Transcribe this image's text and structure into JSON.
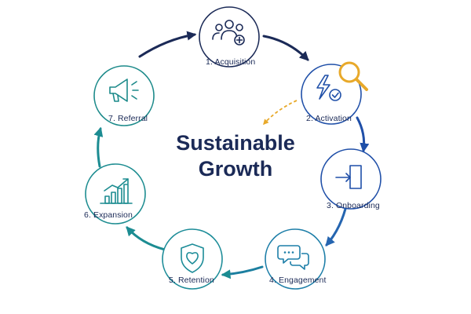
{
  "title": {
    "line1": "Sustainable",
    "line2": "Growth"
  },
  "stages": [
    {
      "label": "1. Acquisition",
      "icon": "users-plus-icon",
      "color": "#1b2a57"
    },
    {
      "label": "2. Activation",
      "icon": "lightning-check-icon",
      "color": "#1f4fa8"
    },
    {
      "label": "3. Onboarding",
      "icon": "door-enter-icon",
      "color": "#1f4fa8"
    },
    {
      "label": "4. Engagement",
      "icon": "chat-bubbles-icon",
      "color": "#1d7ea8"
    },
    {
      "label": "5. Retention",
      "icon": "shield-heart-icon",
      "color": "#1c8c98"
    },
    {
      "label": "6. Expansion",
      "icon": "growth-chart-icon",
      "color": "#1c8c90"
    },
    {
      "label": "7. Referral",
      "icon": "megaphone-icon",
      "color": "#1c8a8a"
    }
  ],
  "colors": {
    "navy": "#1b2a57",
    "blue": "#1f4fa8",
    "teal": "#1c8c92",
    "magnifier": "#e8a92a"
  }
}
